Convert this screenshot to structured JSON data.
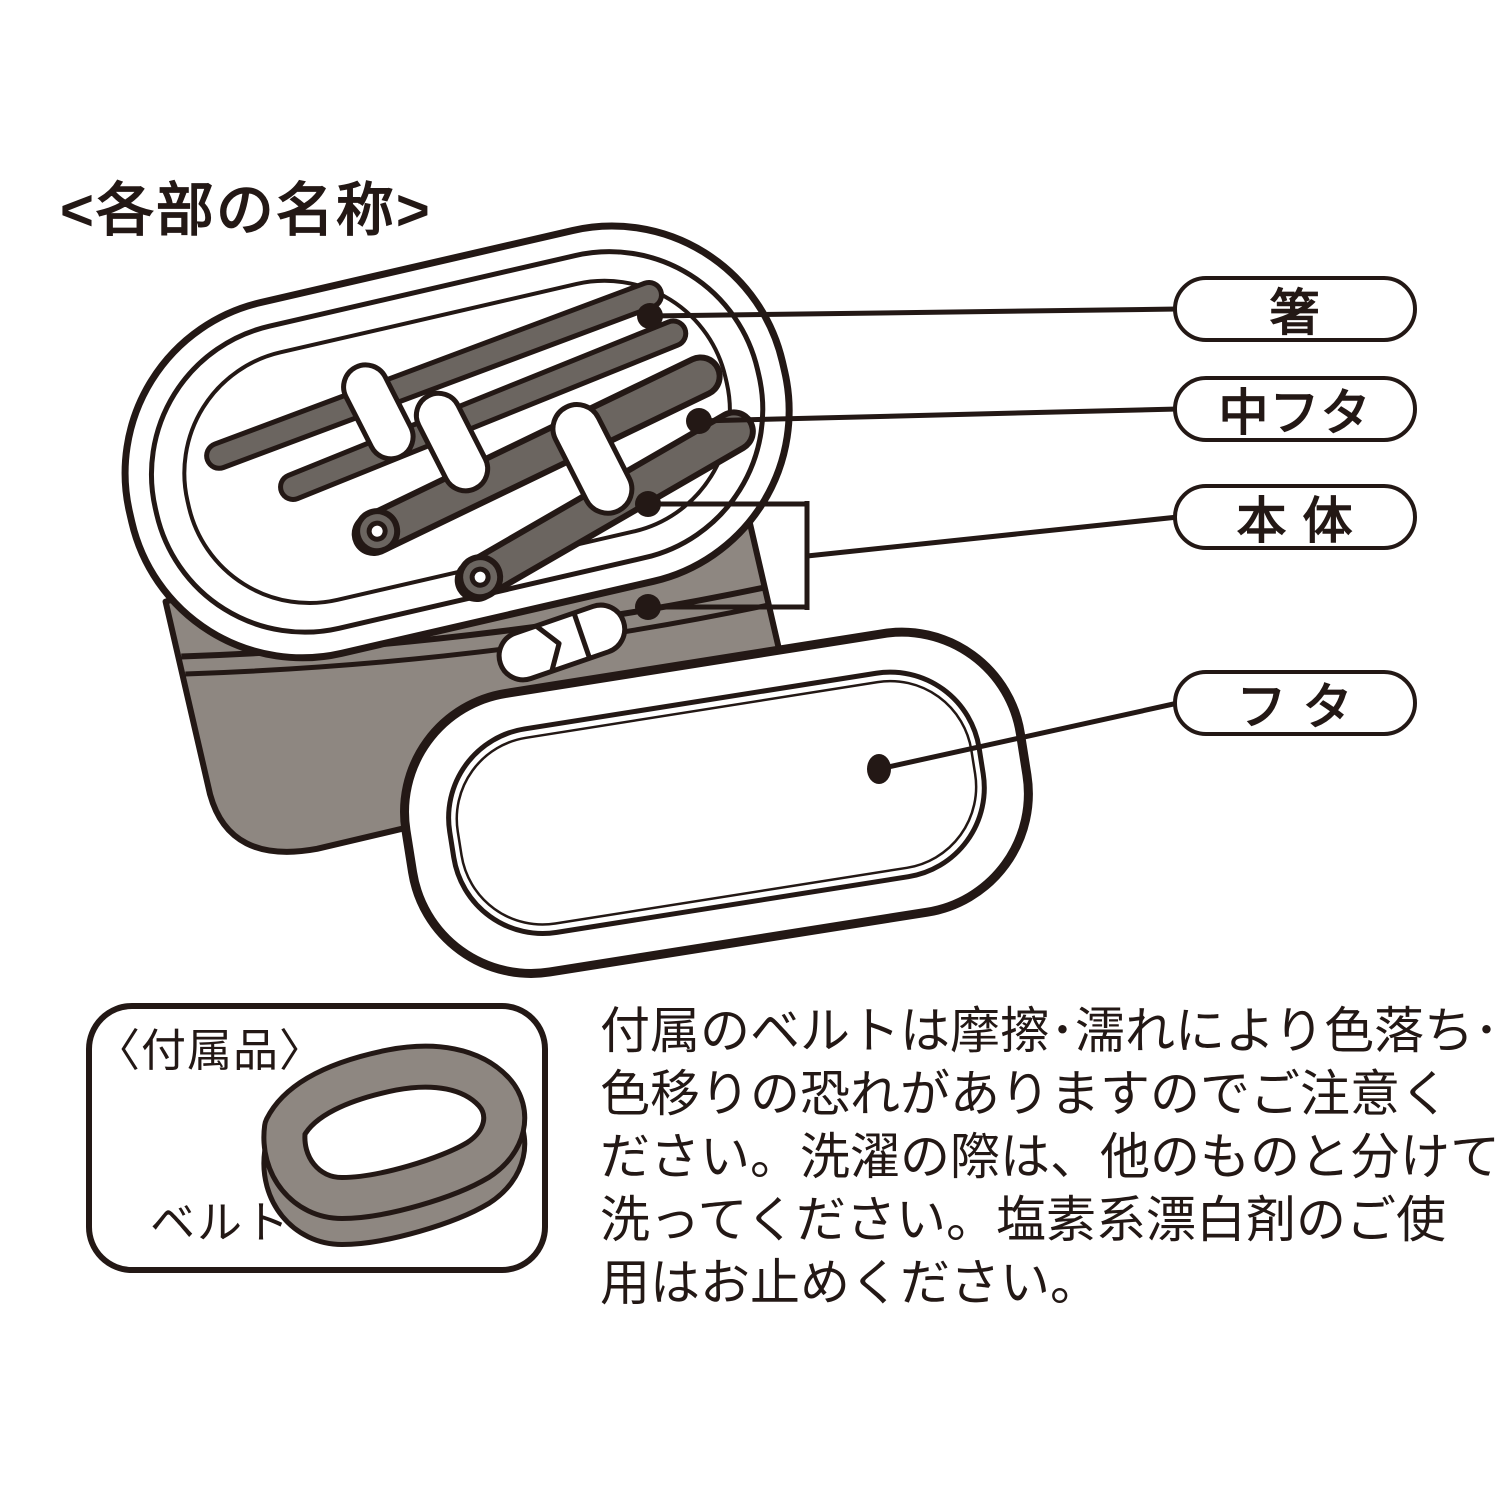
{
  "title": "<各部の名称>",
  "diagram": {
    "parts": [
      {
        "label": "箸"
      },
      {
        "label": "中フタ"
      },
      {
        "label": "本 体"
      },
      {
        "label": "フ タ"
      }
    ]
  },
  "accessory": {
    "title": "〈付属品〉",
    "item_label": "ベルト"
  },
  "care_note": {
    "lines": [
      "付属のベルトは摩擦･濡れにより色落ち･",
      "色移りの恐れがありますのでご注意く",
      "ださい。洗濯の際は、他のものと分けて",
      "洗ってください。塩素系漂白剤のご使",
      "用はお止めください。"
    ]
  },
  "colors": {
    "outline": "#231815",
    "body_gray": "#8e8781",
    "chopstick_gray": "#6b6560",
    "background": "#ffffff"
  }
}
